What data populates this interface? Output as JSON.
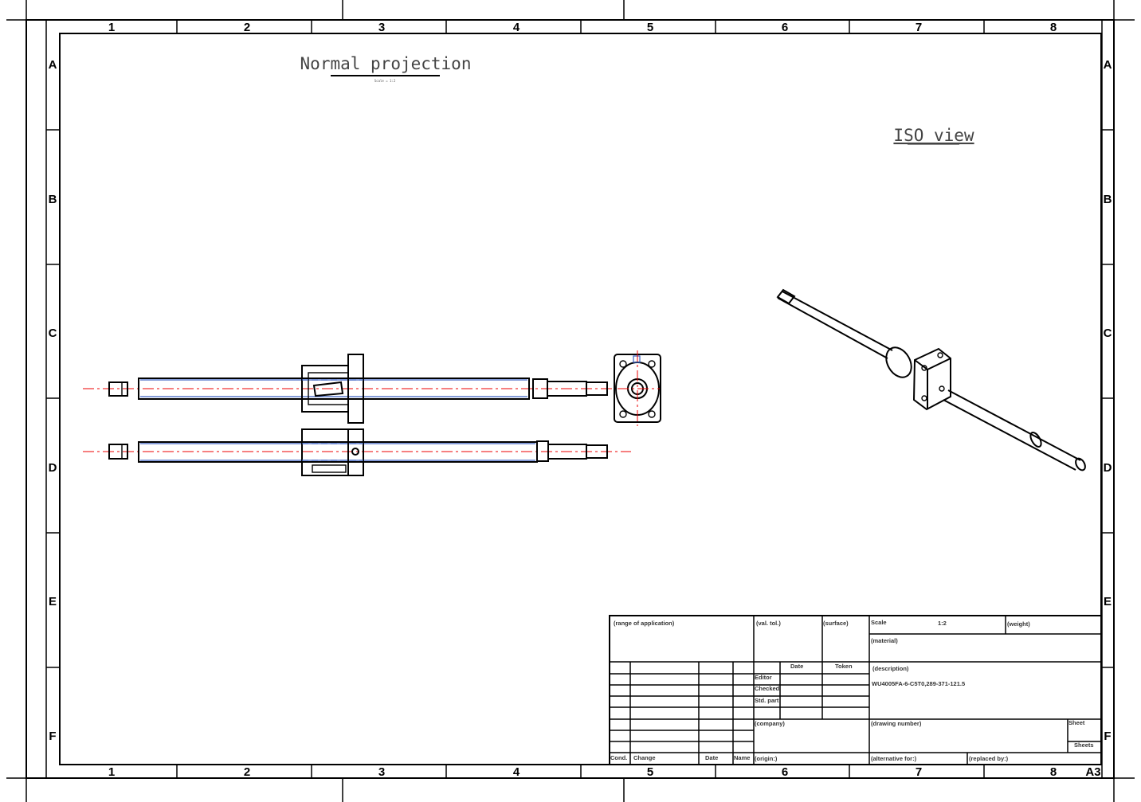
{
  "zones": {
    "columns": [
      "1",
      "2",
      "3",
      "4",
      "5",
      "6",
      "7",
      "8"
    ],
    "rows": [
      "A",
      "B",
      "C",
      "D",
      "E",
      "F"
    ],
    "sheet_format": "A3"
  },
  "views": {
    "normal_title": "Normal projection",
    "normal_scale": "Scale = 1:2",
    "iso_title": "ISO view"
  },
  "title_block": {
    "range_of_application": "(range of application)",
    "tol": "(val. tol.)",
    "surface": "(surface)",
    "scale_label": "Scale",
    "scale_value": "1:2",
    "weight": "(weight)",
    "material": "(material)",
    "date_header": "Date",
    "token_header": "Token",
    "editor": "Editor",
    "checked": "Checked",
    "std_part": "Std. part",
    "description_label": "(description)",
    "description_value": "WU4005FA-6-C5T0,289-371-121.5",
    "company": "(company)",
    "drawing_number": "(drawing number)",
    "sheet": "Sheet",
    "sheets": "Sheets",
    "cond": "Cond.",
    "change": "Change",
    "date": "Date",
    "name": "Name",
    "origin": "(origin:)",
    "alternative_for": "(alternative for:)",
    "replaced_by": "(replaced by:)"
  }
}
